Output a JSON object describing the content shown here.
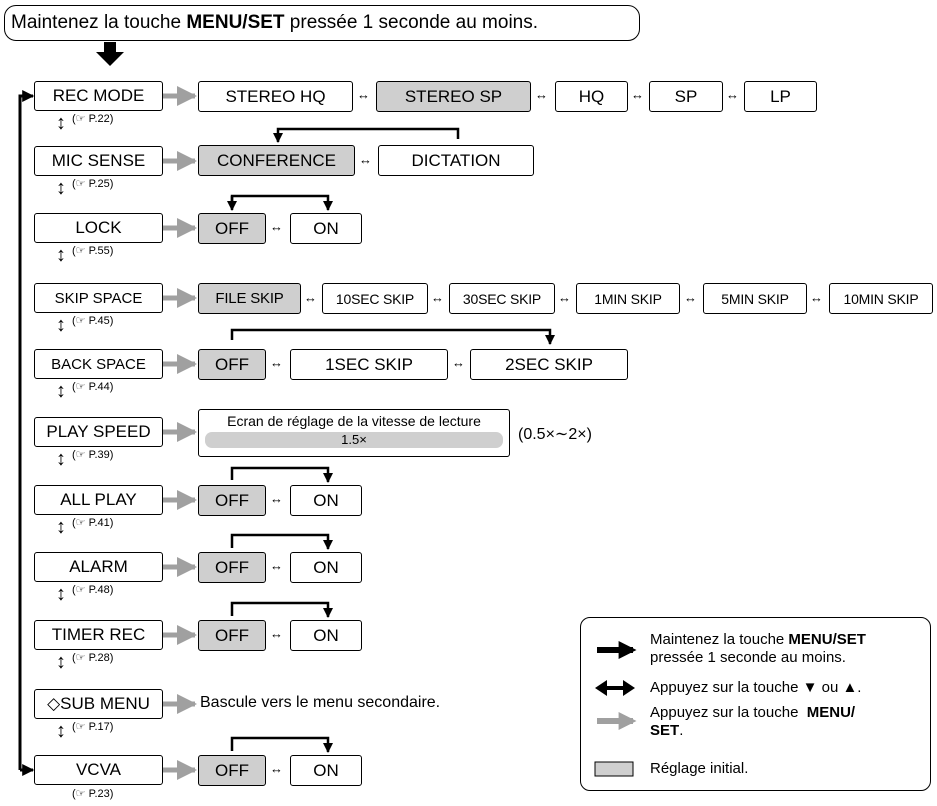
{
  "header": {
    "pre": "Maintenez la touche ",
    "bold": "MENU/SET",
    "post": " pressée 1 seconde au moins."
  },
  "rows": [
    {
      "menu": "REC MODE",
      "ref": "(☞ P.22)",
      "options": [
        "STEREO HQ",
        "STEREO SP",
        "HQ",
        "SP",
        "LP"
      ]
    },
    {
      "menu": "MIC SENSE",
      "ref": "(☞ P.25)",
      "options": [
        "CONFERENCE",
        "DICTATION"
      ]
    },
    {
      "menu": "LOCK",
      "ref": "(☞ P.55)",
      "options": [
        "OFF",
        "ON"
      ]
    },
    {
      "menu": "SKIP SPACE",
      "ref": "(☞ P.45)",
      "options": [
        "FILE SKIP",
        "10SEC SKIP",
        "30SEC SKIP",
        "1MIN SKIP",
        "5MIN SKIP",
        "10MIN SKIP"
      ]
    },
    {
      "menu": "BACK SPACE",
      "ref": "(☞ P.44)",
      "options": [
        "OFF",
        "1SEC SKIP",
        "2SEC SKIP"
      ]
    },
    {
      "menu": "PLAY SPEED",
      "ref": "(☞ P.39)",
      "speed_title": "Ecran de réglage de la vitesse de lecture",
      "speed_value": "1.5×",
      "speed_range": "(0.5×∼2×)"
    },
    {
      "menu": "ALL PLAY",
      "ref": "(☞ P.41)",
      "options": [
        "OFF",
        "ON"
      ]
    },
    {
      "menu": "ALARM",
      "ref": "(☞ P.48)",
      "options": [
        "OFF",
        "ON"
      ]
    },
    {
      "menu": "TIMER REC",
      "ref": "(☞ P.28)",
      "options": [
        "OFF",
        "ON"
      ]
    },
    {
      "menu": "◇SUB MENU",
      "ref": "(☞ P.17)",
      "note": "Bascule vers le menu secondaire."
    },
    {
      "menu": "VCVA",
      "ref": "(☞ P.23)",
      "options": [
        "OFF",
        "ON"
      ]
    }
  ],
  "legend": {
    "item1_pre": "Maintenez la touche ",
    "item1_bold": "MENU/SET",
    "item1_post": "pressée 1 seconde au moins.",
    "item2": "Appuyez sur la touche ▼ ou ▲.",
    "item3_pre": "Appuyez sur la touche  ",
    "item3_bold1": "MENU/",
    "item3_bold2": "SET",
    "item3_post": ".",
    "item4": "Réglage initial."
  },
  "colors": {
    "initial_fill": "#cfcfcf",
    "gray_arrow": "#a0a0a0",
    "black": "#000000"
  },
  "icons": [
    "black-arrow-icon",
    "double-arrow-icon",
    "gray-arrow-icon",
    "reference-icon"
  ]
}
